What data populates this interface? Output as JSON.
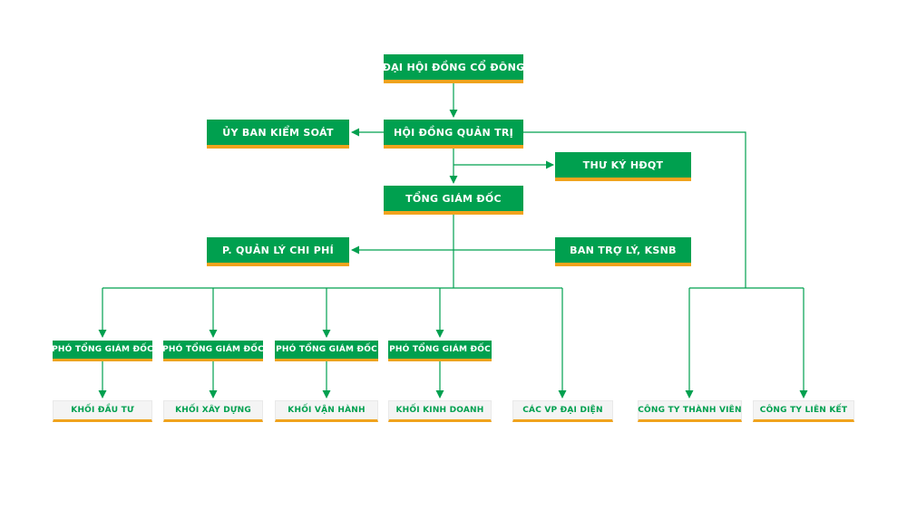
{
  "org_chart": {
    "colors": {
      "green": "#00A04F",
      "orange": "#F0A31D",
      "light": "#F4F4F4"
    },
    "nodes": {
      "dai_hoi_dong_co_dong": {
        "label": "ĐẠI HỘI ĐỒNG CỔ ĐÔNG"
      },
      "uy_ban_kiem_soat": {
        "label": "ỦY BAN KIỂM SOÁT"
      },
      "hoi_dong_quan_tri": {
        "label": "HỘI ĐỒNG QUẢN TRỊ"
      },
      "thu_ky_hdqt": {
        "label": "THƯ KÝ HĐQT"
      },
      "tong_giam_doc": {
        "label": "TỔNG GIÁM ĐỐC"
      },
      "p_quan_ly_chi_phi": {
        "label": "P. QUẢN LÝ CHI PHÍ"
      },
      "ban_tro_ly_ksnb": {
        "label": "BAN TRỢ LÝ, KSNB"
      },
      "pho_tong_giam_doc": {
        "label": "PHÓ TỔNG GIÁM ĐỐC"
      },
      "khoi_dau_tu": {
        "label": "KHỐI ĐẦU TƯ"
      },
      "khoi_xay_dung": {
        "label": "KHỐI XÂY DỰNG"
      },
      "khoi_van_hanh": {
        "label": "KHỐI VẬN HÀNH"
      },
      "khoi_kinh_doanh": {
        "label": "KHỐI KINH DOANH"
      },
      "cac_vp_dai_dien": {
        "label": "CÁC VP ĐẠI DIỆN"
      },
      "cong_ty_thanh_vien": {
        "label": "CÔNG TY THÀNH VIÊN"
      },
      "cong_ty_lien_ket": {
        "label": "CÔNG TY LIÊN KẾT"
      }
    }
  }
}
